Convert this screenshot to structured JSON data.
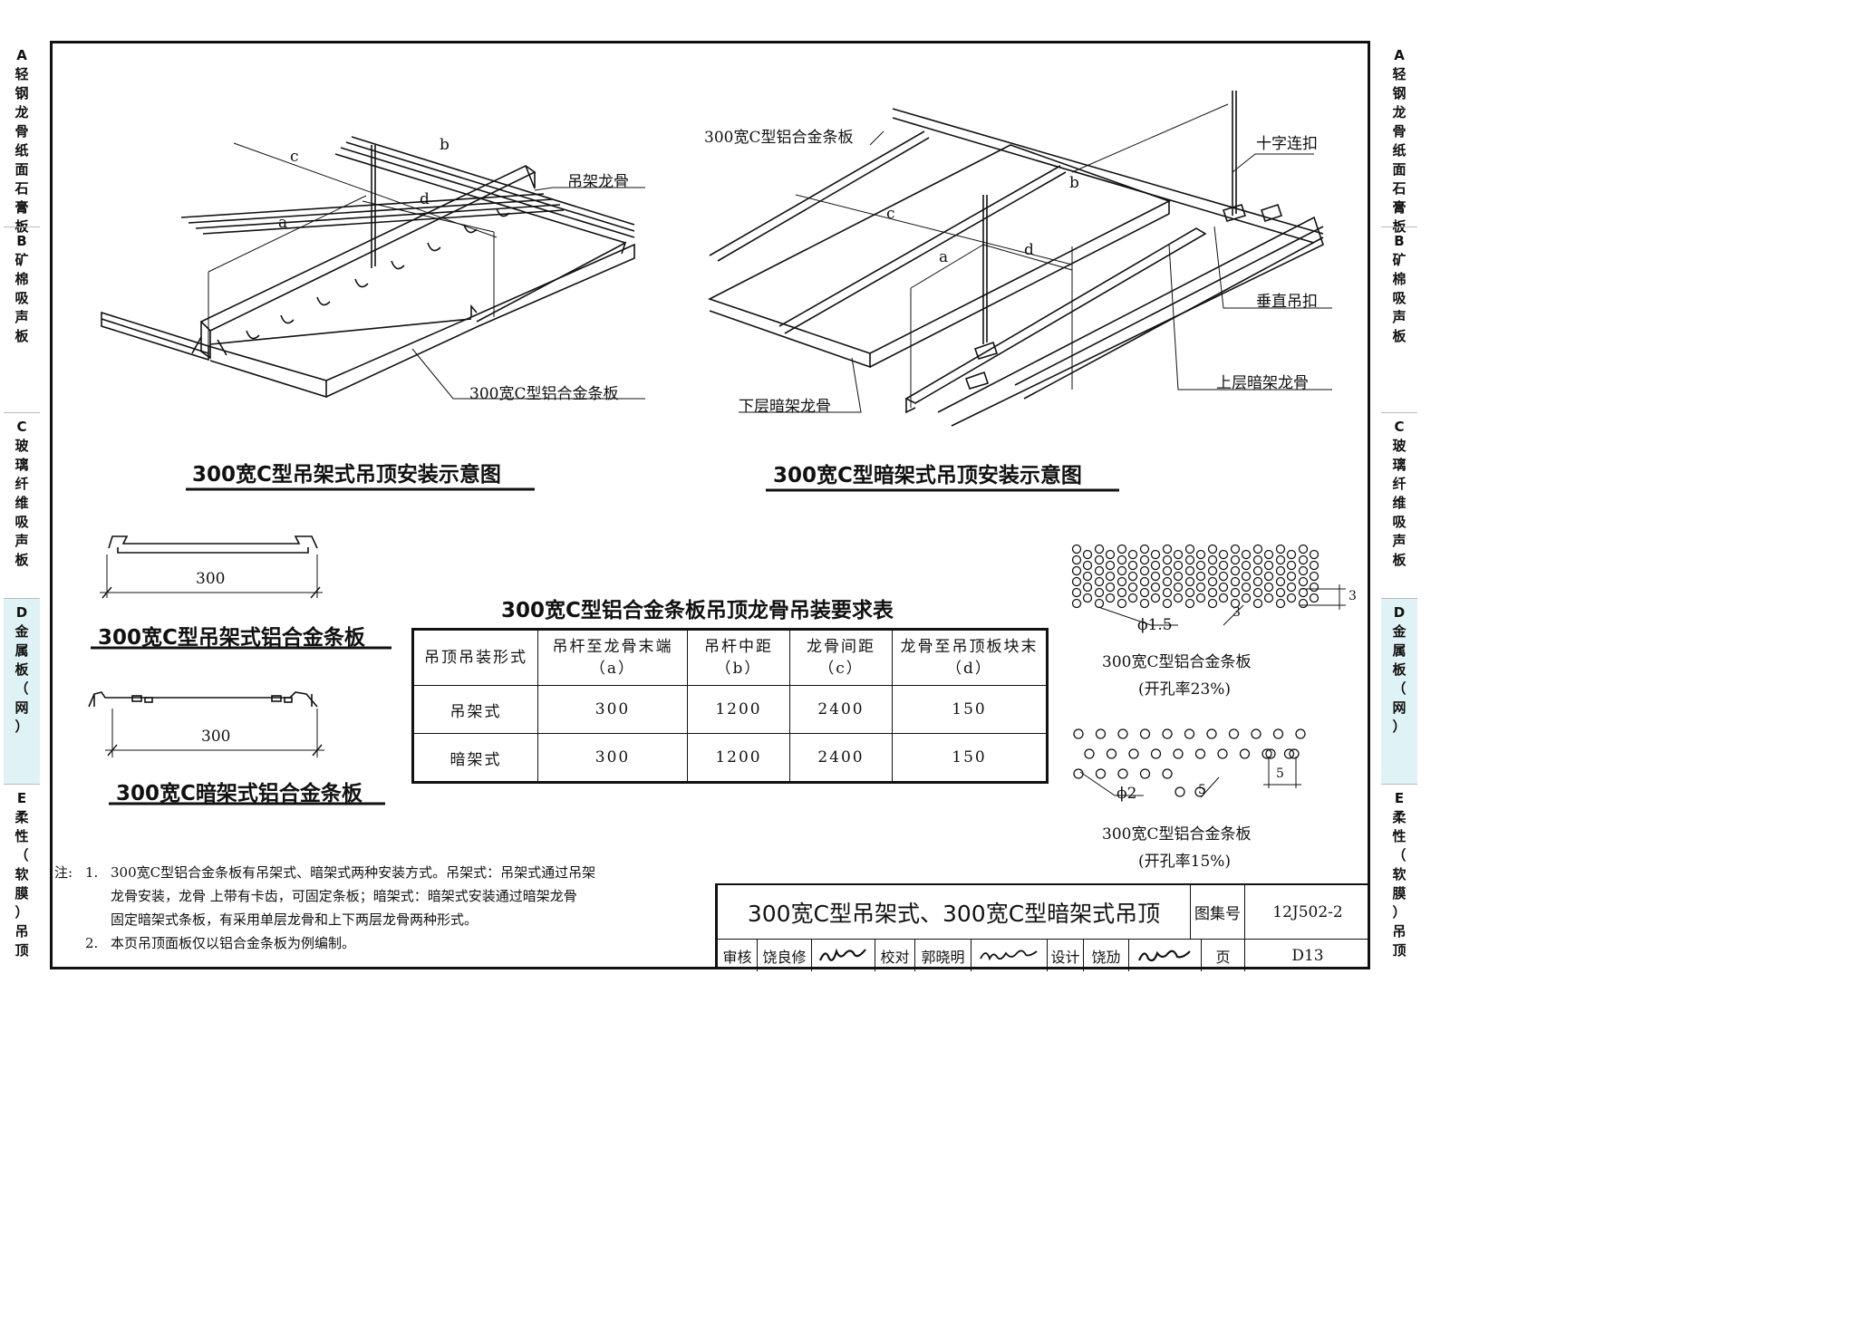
{
  "sidebar": {
    "sections": [
      {
        "letter": "A",
        "chars": [
          "轻",
          "钢",
          "龙",
          "骨",
          "纸",
          "面",
          "石",
          "膏",
          "板"
        ],
        "active": false
      },
      {
        "letter": "B",
        "chars": [
          "矿",
          "棉",
          "吸",
          "声",
          "板"
        ],
        "active": false
      },
      {
        "letter": "C",
        "chars": [
          "玻",
          "璃",
          "纤",
          "维",
          "吸",
          "声",
          "板"
        ],
        "active": false
      },
      {
        "letter": "D",
        "chars": [
          "金",
          "属",
          "板",
          "（",
          "网",
          "）"
        ],
        "active": true
      },
      {
        "letter": "E",
        "chars": [
          "柔",
          "性",
          "（",
          "软",
          "膜",
          "）",
          "吊",
          "顶"
        ],
        "active": false
      }
    ],
    "active_color": "#dff3f6"
  },
  "drawing1": {
    "title": "300宽C型吊架式吊顶安装示意图",
    "label_keel": "吊架龙骨",
    "label_panel": "300宽C型铝合金条板",
    "dims": {
      "a": "a",
      "b": "b",
      "c": "c",
      "d": "d"
    }
  },
  "drawing2": {
    "title": "300宽C型暗架式吊顶安装示意图",
    "label_panel": "300宽C型铝合金条板",
    "label_cross": "十字连扣",
    "label_vertical": "垂直吊扣",
    "label_upper": "上层暗架龙骨",
    "label_lower": "下层暗架龙骨",
    "dims": {
      "a": "a",
      "b": "b",
      "c": "c",
      "d": "d"
    }
  },
  "section1": {
    "title": "300宽C型吊架式铝合金条板",
    "dim": "300"
  },
  "section2": {
    "title": "300宽C暗架式铝合金条板",
    "dim": "300"
  },
  "table": {
    "title": "300宽C型铝合金条板吊顶龙骨吊装要求表",
    "headers": [
      {
        "line1": "吊顶吊装形式",
        "line2": ""
      },
      {
        "line1": "吊杆至龙骨末端",
        "line2": "（a）"
      },
      {
        "line1": "吊杆中距",
        "line2": "（b）"
      },
      {
        "line1": "龙骨间距",
        "line2": "（c）"
      },
      {
        "line1": "龙骨至吊顶板块末",
        "line2": "（d）"
      }
    ],
    "rows": [
      [
        "吊架式",
        "300",
        "1200",
        "2400",
        "150"
      ],
      [
        "暗架式",
        "300",
        "1200",
        "2400",
        "150"
      ]
    ]
  },
  "perf1": {
    "diameter": "ϕ1.5",
    "pitch_a": "3",
    "pitch_b": "3",
    "caption": "300宽C型铝合金条板",
    "rate": "(开孔率23%)"
  },
  "perf2": {
    "diameter": "ϕ2",
    "pitch_a": "5",
    "pitch_b": "5",
    "caption": "300宽C型铝合金条板",
    "rate": "(开孔率15%)"
  },
  "notes": {
    "prefix": "注:",
    "items": [
      {
        "num": "1.",
        "lines": [
          "300宽C型铝合金条板有吊架式、暗架式两种安装方式。吊架式：吊架式通过吊架",
          "龙骨安装，龙骨 上带有卡齿，可固定条板；暗架式：暗架式安装通过暗架龙骨",
          "固定暗架式条板，有采用单层龙骨和上下两层龙骨两种形式。"
        ]
      },
      {
        "num": "2.",
        "lines": [
          "本页吊顶面板仅以铝合金条板为例编制。"
        ]
      }
    ]
  },
  "titleblock": {
    "main_title": "300宽C型吊架式、300宽C型暗架式吊顶",
    "atlas_label": "图集号",
    "atlas_no": "12J502-2",
    "review_label": "审核",
    "reviewer": "饶良修",
    "check_label": "校对",
    "checker": "郭晓明",
    "design_label": "设计",
    "designer": "饶劢",
    "page_label": "页",
    "page_no": "D13"
  }
}
